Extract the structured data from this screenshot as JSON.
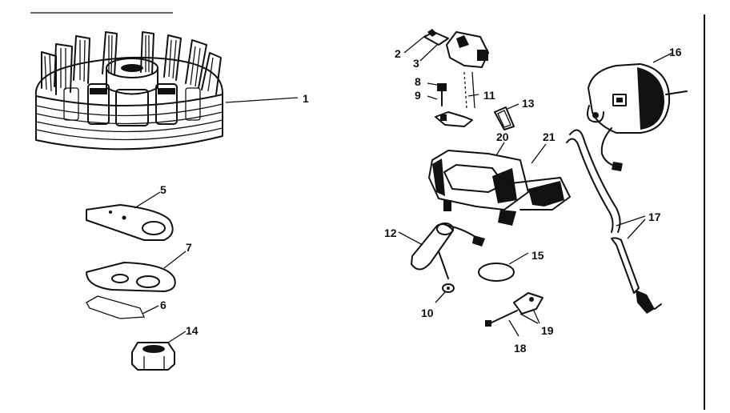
{
  "diagram": {
    "callouts": [
      {
        "id": "1",
        "text": "1"
      },
      {
        "id": "2",
        "text": "2"
      },
      {
        "id": "3",
        "text": "3"
      },
      {
        "id": "5",
        "text": "5"
      },
      {
        "id": "6",
        "text": "6"
      },
      {
        "id": "7",
        "text": "7"
      },
      {
        "id": "8",
        "text": "8"
      },
      {
        "id": "9",
        "text": "9"
      },
      {
        "id": "10",
        "text": "10"
      },
      {
        "id": "11",
        "text": "11"
      },
      {
        "id": "12",
        "text": "12"
      },
      {
        "id": "13",
        "text": "13"
      },
      {
        "id": "14",
        "text": "14"
      },
      {
        "id": "15",
        "text": "15"
      },
      {
        "id": "16",
        "text": "16"
      },
      {
        "id": "17",
        "text": "17"
      },
      {
        "id": "18",
        "text": "18"
      },
      {
        "id": "19",
        "text": "19"
      },
      {
        "id": "20",
        "text": "20"
      },
      {
        "id": "21",
        "text": "21"
      }
    ]
  }
}
